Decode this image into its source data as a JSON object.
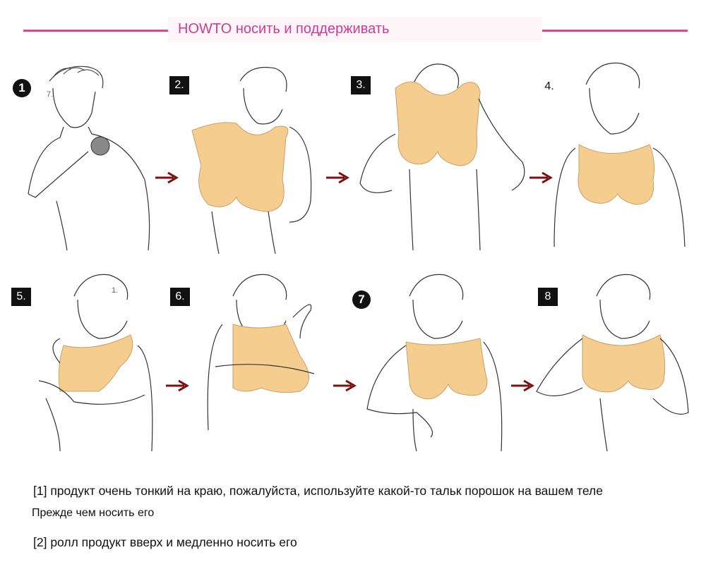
{
  "header": {
    "title": "HOWTO носить и поддерживать"
  },
  "steps": [
    {
      "label": "1",
      "style": "circle",
      "extra": "7."
    },
    {
      "label": "2.",
      "style": "box"
    },
    {
      "label": "3.",
      "style": "box"
    },
    {
      "label": "4.",
      "style": "plain"
    },
    {
      "label": "5.",
      "style": "box",
      "extra": "1."
    },
    {
      "label": "6.",
      "style": "box"
    },
    {
      "label": "7",
      "style": "circle"
    },
    {
      "label": "8",
      "style": "box"
    }
  ],
  "notes": {
    "line1": "[1] продукт очень тонкий на краю, пожалуйста, используйте какой-то тальк порошок на вашем теле",
    "line2": "Прежде чем носить его",
    "line3": "[2] ролл продукт вверх и медленно носить его"
  },
  "colors": {
    "accent": "#d9459a",
    "title": "#cc3c96",
    "skin": "#f5cd8e",
    "arrow": "#7a1010",
    "ink": "#333333"
  }
}
